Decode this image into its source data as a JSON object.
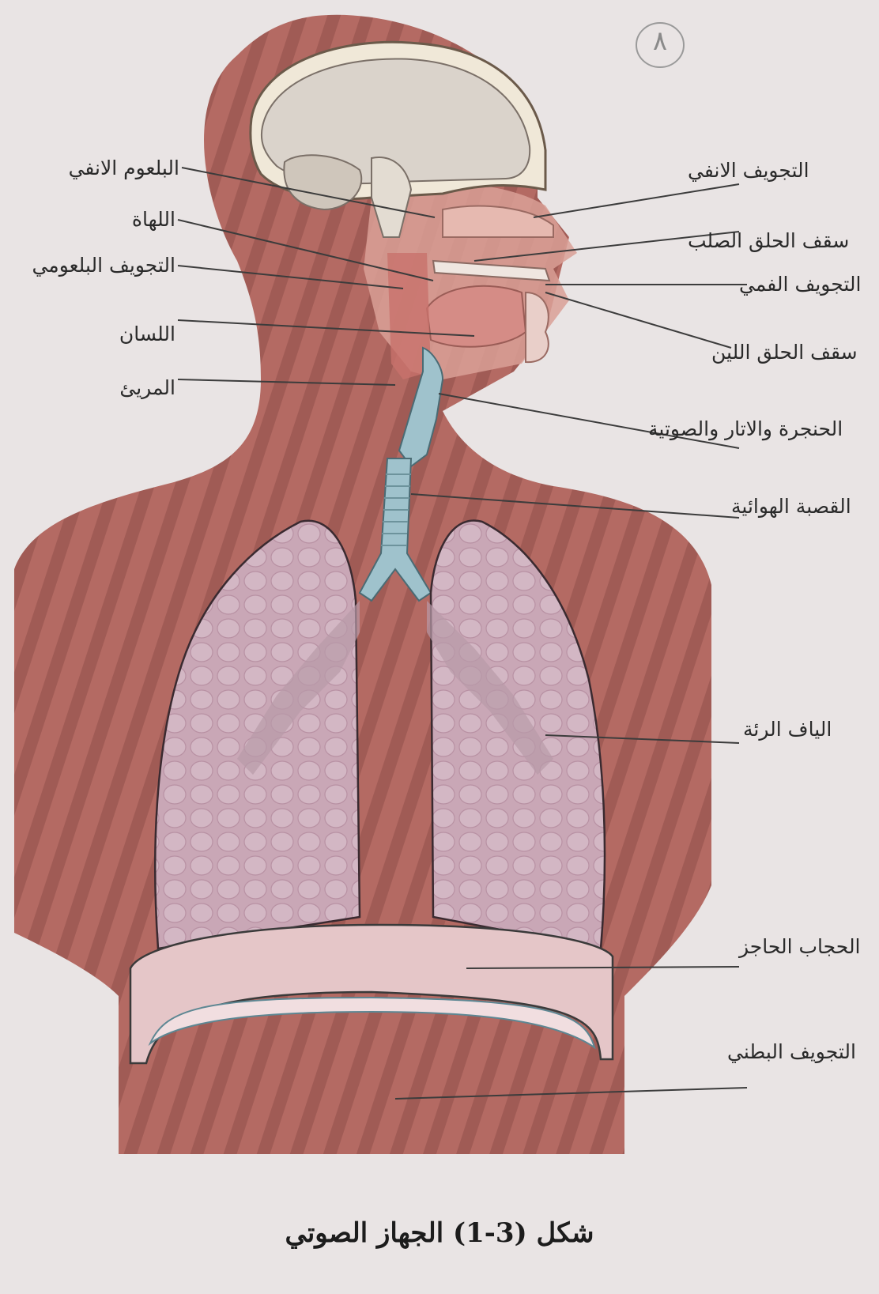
{
  "page": {
    "page_number": "٨",
    "caption": "شكل (3-1) الجهاز الصوتي"
  },
  "colors": {
    "body": "#b46a63",
    "body_stripe": "#8f4f49",
    "lung": "#c9a7b6",
    "trachea": "#9fc2cc",
    "brain": "#dad3cb",
    "face": "#d9a097",
    "diaphragm": "#e5c6c8",
    "leader_line": "#3c3c3c"
  },
  "labels": {
    "left": {
      "nasopharynx": "البلعوم الانفي",
      "uvula": "اللهاة",
      "pharyngeal_cavity": "التجويف البلعومي",
      "tongue": "اللسان",
      "esophagus": "المريئ"
    },
    "right": {
      "nasal_cavity": "التجويف الانفي",
      "hard_palate": "سقف الحلق الصلب",
      "oral_cavity": "التجويف الفمي",
      "soft_palate": "سقف الحلق اللين",
      "larynx_vocal_cords": "الحنجرة والاتار والصوتية",
      "trachea": "القصبة الهوائية",
      "lung_fibers": "الياف الرئة",
      "diaphragm": "الحجاب الحاجز",
      "abdominal_cavity": "التجويف البطني"
    }
  }
}
